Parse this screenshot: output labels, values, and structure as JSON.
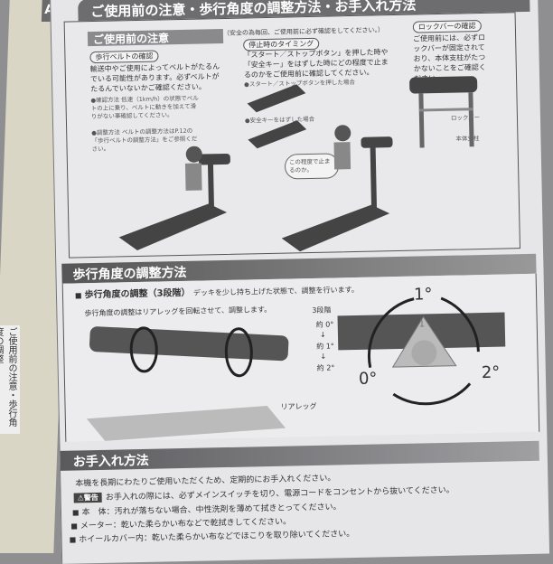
{
  "left_page": {
    "tab": "AL",
    "side_label": "ご使用前の注意・歩行角度の調整"
  },
  "header": {
    "title": "ご使用前の注意・歩行角度の調整方法・お手入れ方法"
  },
  "precautions": {
    "title": "ご使用前の注意",
    "note": "（安全の為毎回、ご使用前に必ず確認をしてください。）",
    "col1": {
      "tag": "歩行ベルトの確認",
      "text": "輸送中やご使用によってベルトがたるんでいる可能性があります。必ずベルトがたるんでいないかご確認ください。",
      "check": "●確認方法 低速（1km/h）の状態でベルトの上に乗り、ベルトに動きを加えて滑りがない事確認してください。",
      "adjust": "●調整方法 ベルトの調整方法はP.12の「歩行ベルトの調整方法」をご参照ください。"
    },
    "col2": {
      "tag": "停止時のタイミング",
      "text": "「スタート／ストップボタン」を押した時や「安全キー」をはずした時にどの程度で止まるのかをご使用前に確認してください。",
      "case1": "●スタート／ストップボタンを押した場合",
      "case2": "●安全キーをはずした場合",
      "bubble": "この程度で止まるのか。"
    },
    "col3": {
      "tag": "ロックバーの確認",
      "text": "ご使用前には、必ずロックバーが固定されており、本体支柱がたつかないことをご確認ください。",
      "label_lockbar": "ロックバー",
      "label_pillar": "本体支柱"
    }
  },
  "angle": {
    "title": "歩行角度の調整方法",
    "subtitle": "歩行角度の調整（3段階）",
    "subtitle_note": "デッキを少し持ち上げた状態で、調整を行います。",
    "desc": "歩行角度の調整はリアレッグを回転させて、調整します。",
    "steps_label": "3段階",
    "steps": [
      "約 0°",
      "約 1°",
      "約 2°"
    ],
    "arrow": "↓",
    "rear_leg": "リアレッグ",
    "dial": {
      "one": "1°",
      "zero": "0°",
      "two": "2°",
      "center": "1"
    }
  },
  "care": {
    "title": "お手入れ方法",
    "intro": "本機を長期にわたりご使用いただくため、定期的にお手入れください。",
    "warning_label": "⚠警告",
    "warning": "お手入れの際には、必ずメインスイッチを切り、電源コードをコンセントから抜いてください。",
    "items": [
      "本　体：汚れが落ちない場合、中性洗剤を薄めて拭きとってください。",
      "メーター：乾いた柔らかい布などで乾拭きしてください。",
      "ホイールカバー内：乾いた柔らかい布などでほこりを取り除いてください。"
    ],
    "bullet": "■"
  }
}
